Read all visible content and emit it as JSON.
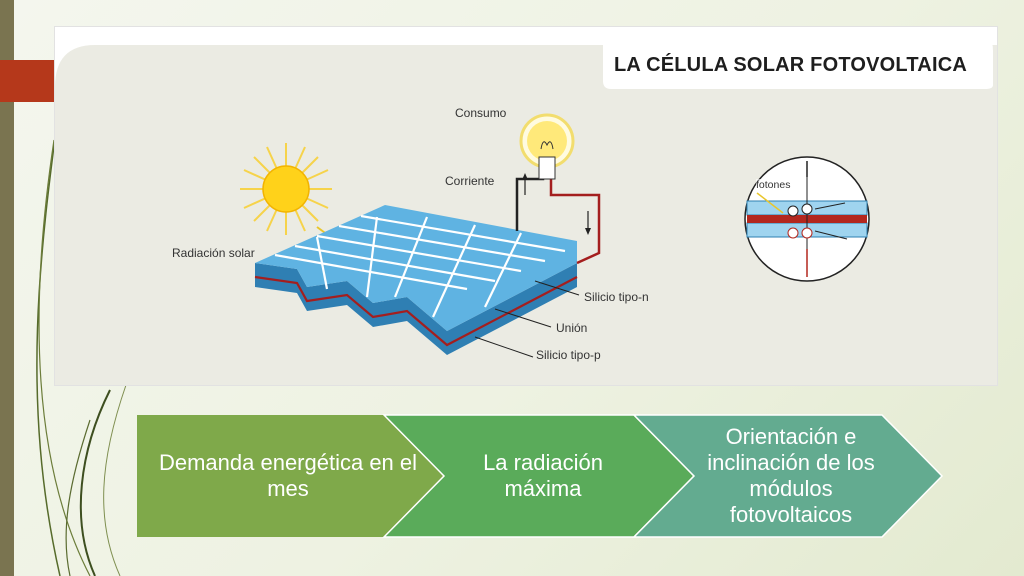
{
  "title": "LA CÉLULA SOLAR FOTOVOLTAICA",
  "diagram_labels": {
    "consumo": "Consumo",
    "corriente": "Corriente",
    "radiacion": "Radiación solar",
    "silicio_n": "Silicio tipo-n",
    "union": "Unión",
    "silicio_p": "Silicio tipo-p",
    "fotones": "fotones"
  },
  "steps": [
    {
      "label": "Demanda energética en el mes",
      "color": "#7fa94a"
    },
    {
      "label": "La radiación máxima",
      "color": "#5aab5a"
    },
    {
      "label": "Orientación e inclinación de los módulos fotovoltaicos",
      "color": "#63ab90"
    }
  ]
}
